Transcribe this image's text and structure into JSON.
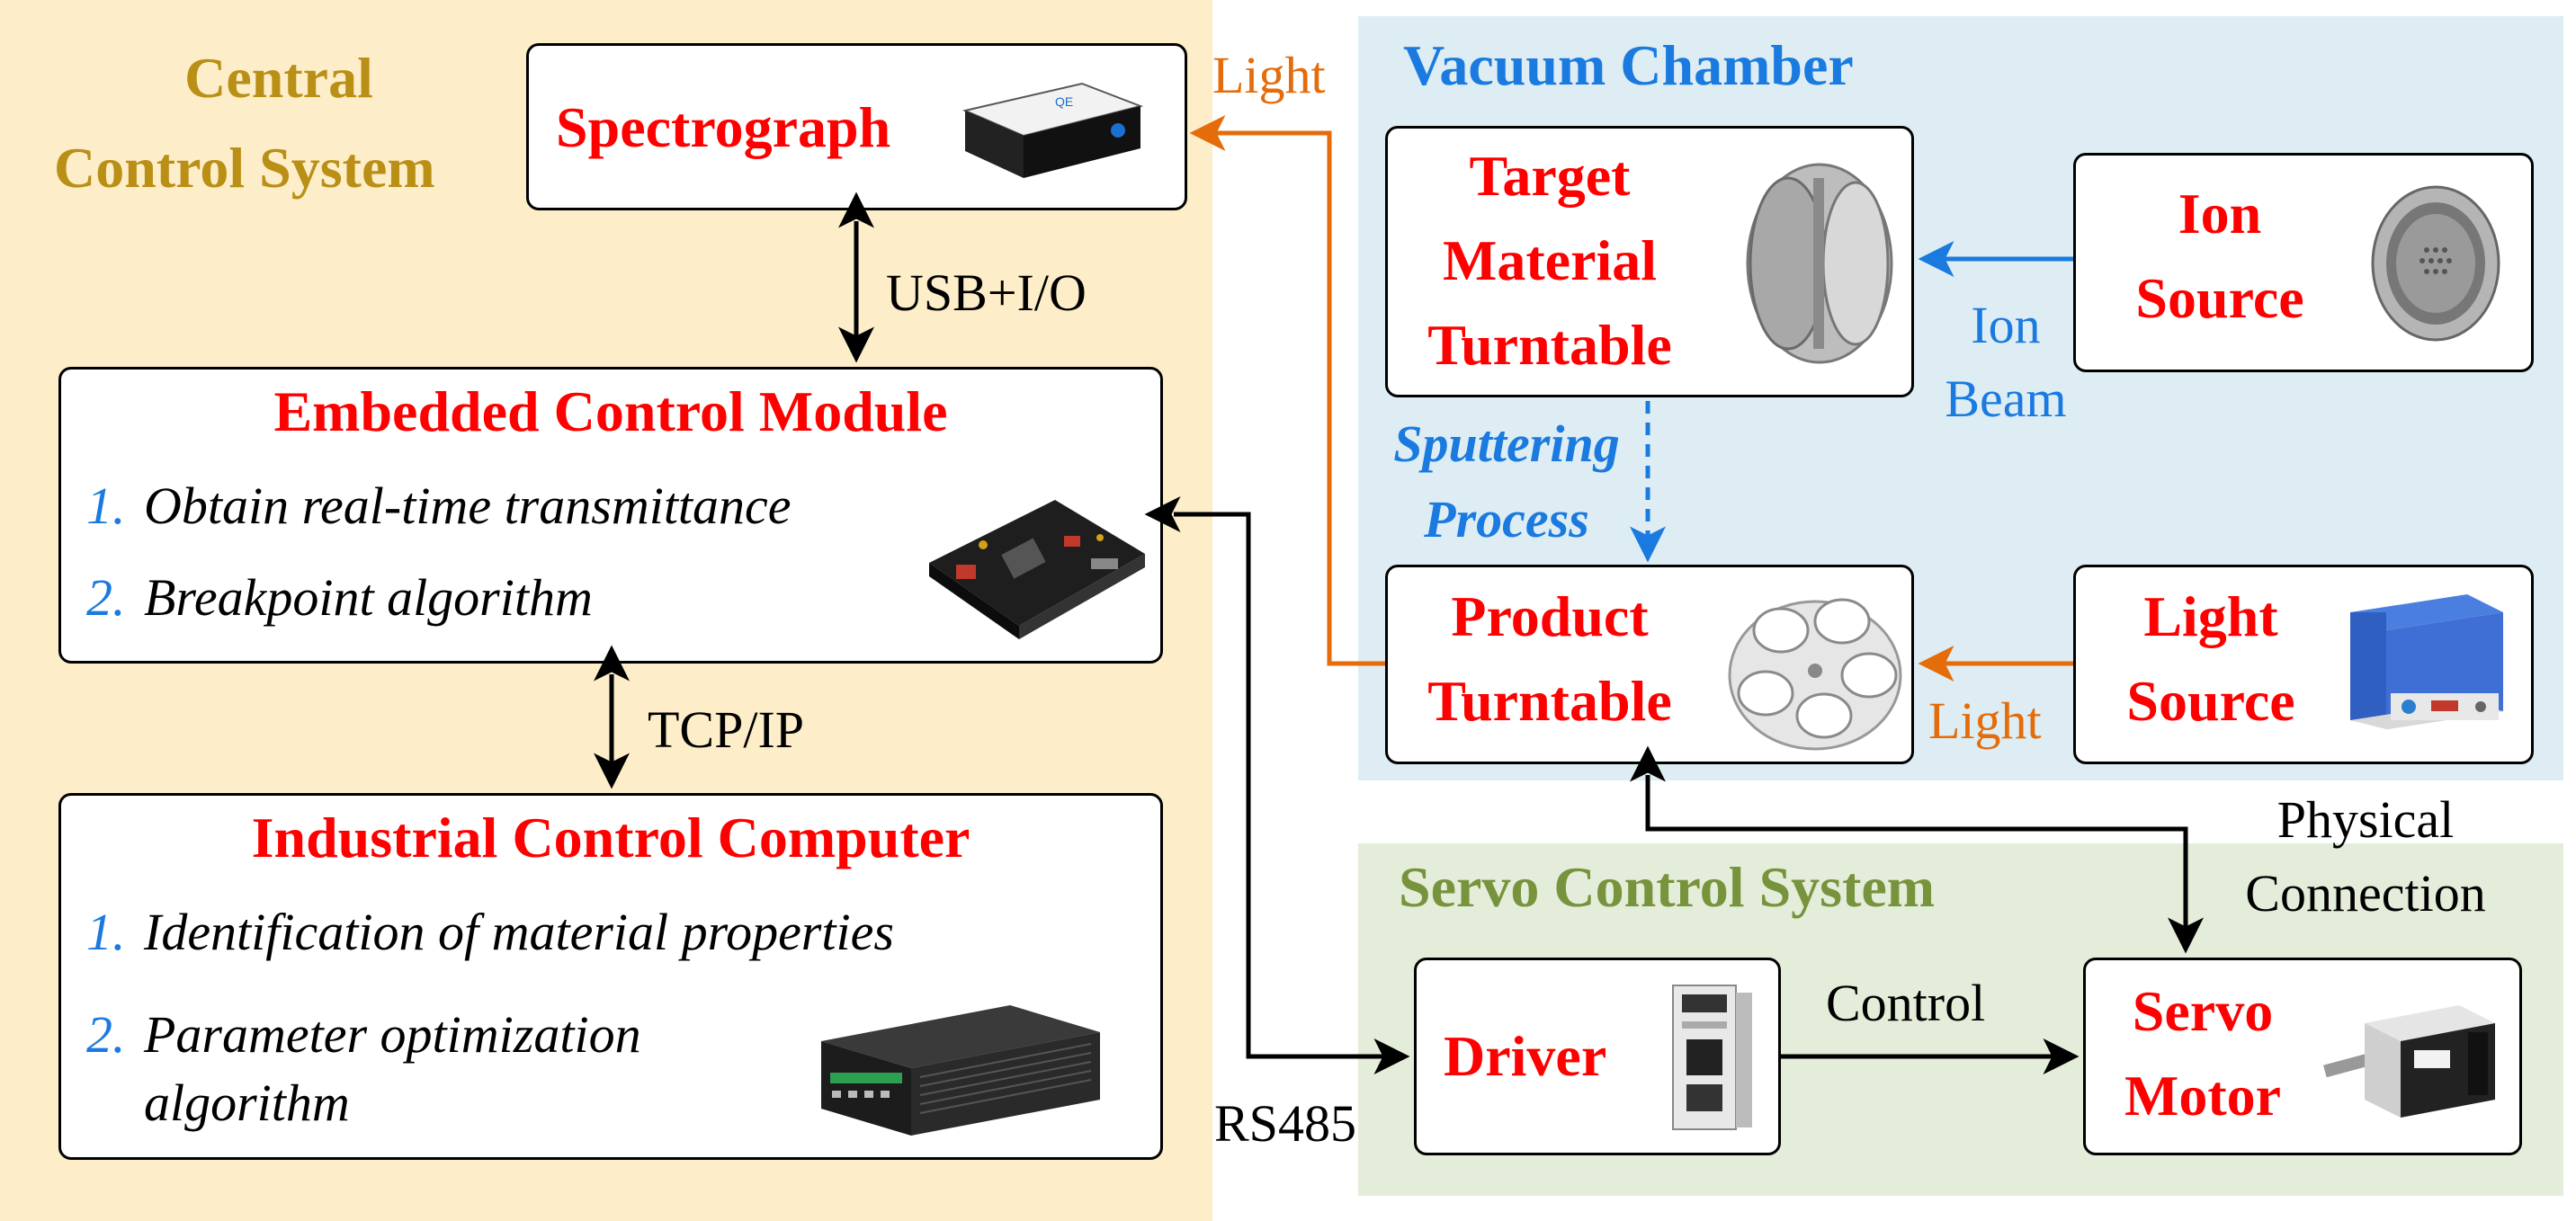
{
  "colors": {
    "central_bg": "#fdeec9",
    "vacuum_bg": "#ddedf3",
    "servo_bg": "#e4edd9",
    "central_title": "#b98f16",
    "vacuum_title": "#1a7ae0",
    "servo_title": "#77933c",
    "component_title": "#ff0000",
    "light_arrow": "#e46c0a",
    "ion_arrow": "#1a7ae0",
    "data_arrow": "#000000",
    "list_number": "#1a7ae0"
  },
  "regions": {
    "central": {
      "title_line1": "Central",
      "title_line2": "Control System"
    },
    "vacuum": {
      "title": "Vacuum Chamber"
    },
    "servo": {
      "title": "Servo Control System"
    }
  },
  "components": {
    "spectrograph": {
      "title": "Spectrograph",
      "icon": "spectrometer-device-icon"
    },
    "embedded": {
      "title": "Embedded Control Module",
      "items": [
        {
          "num": "1.",
          "text": "Obtain real-time transmittance"
        },
        {
          "num": "2.",
          "text": "Breakpoint algorithm"
        }
      ],
      "icon": "circuit-board-icon"
    },
    "industrial": {
      "title": "Industrial Control Computer",
      "items": [
        {
          "num": "1.",
          "text": "Identification of material properties"
        },
        {
          "num": "2.",
          "text_line1": "Parameter optimization",
          "text_line2": "algorithm"
        }
      ],
      "icon": "industrial-pc-icon"
    },
    "target_turntable": {
      "title_line1": "Target",
      "title_line2": "Material",
      "title_line3": "Turntable",
      "icon": "target-drum-icon"
    },
    "ion_source": {
      "title_line1": "Ion",
      "title_line2": "Source",
      "icon": "ion-source-icon"
    },
    "product_turntable": {
      "title_line1": "Product",
      "title_line2": "Turntable",
      "icon": "wafer-turntable-icon"
    },
    "light_source": {
      "title_line1": "Light",
      "title_line2": "Source",
      "icon": "light-source-box-icon"
    },
    "driver": {
      "title": "Driver",
      "icon": "servo-driver-icon"
    },
    "servo_motor": {
      "title_line1": "Servo",
      "title_line2": "Motor",
      "icon": "servo-motor-icon"
    }
  },
  "connections": {
    "light_top": "Light",
    "usb_io": "USB+I/O",
    "tcp_ip": "TCP/IP",
    "ion_beam_line1": "Ion",
    "ion_beam_line2": "Beam",
    "sputtering_line1": "Sputtering",
    "sputtering_line2": "Process",
    "light_bottom": "Light",
    "physical_line1": "Physical",
    "physical_line2": "Connection",
    "control": "Control",
    "rs485": "RS485"
  }
}
